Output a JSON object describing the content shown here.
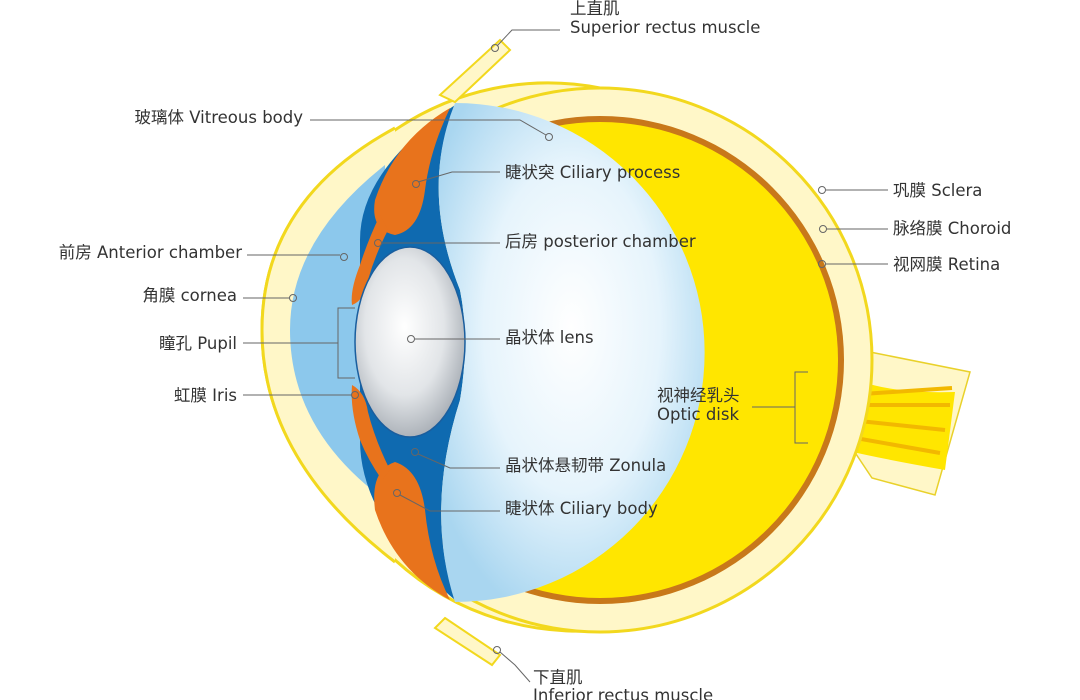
{
  "title": "Human eye anatomy",
  "colors": {
    "sclera": "#FFF7C8",
    "sclera_outline": "#F2D81E",
    "retina": "#FFE600",
    "choroid": "#C8781A",
    "vitreous": "#BFE2F5",
    "aqueous": "#8CC8EC",
    "zonula": "#0F6AB0",
    "iris": "#E8731C",
    "lens": "#C8CDD3"
  },
  "labels": {
    "superior_rectus_cn": "上直肌",
    "superior_rectus_en": "Superior rectus muscle",
    "vitreous": "玻璃体 Vitreous body",
    "ciliary_process": "睫状突  Ciliary process",
    "anterior_chamber": "前房 Anterior chamber",
    "posterior_chamber": "后房 posterior chamber",
    "cornea": "角膜 cornea",
    "pupil": "瞳孔 Pupil",
    "lens": "晶状体 lens",
    "iris": "虹膜 Iris",
    "optic_disk_cn": "视神经乳头",
    "optic_disk_en": "Optic disk",
    "zonula": "晶状体悬韧带 Zonula",
    "ciliary_body": "睫状体 Ciliary body",
    "sclera": "巩膜 Sclera",
    "choroid": "脉络膜 Choroid",
    "retina": "视网膜 Retina",
    "inferior_rectus_cn": "下直肌",
    "inferior_rectus_en": "Inferior rectus muscle"
  }
}
